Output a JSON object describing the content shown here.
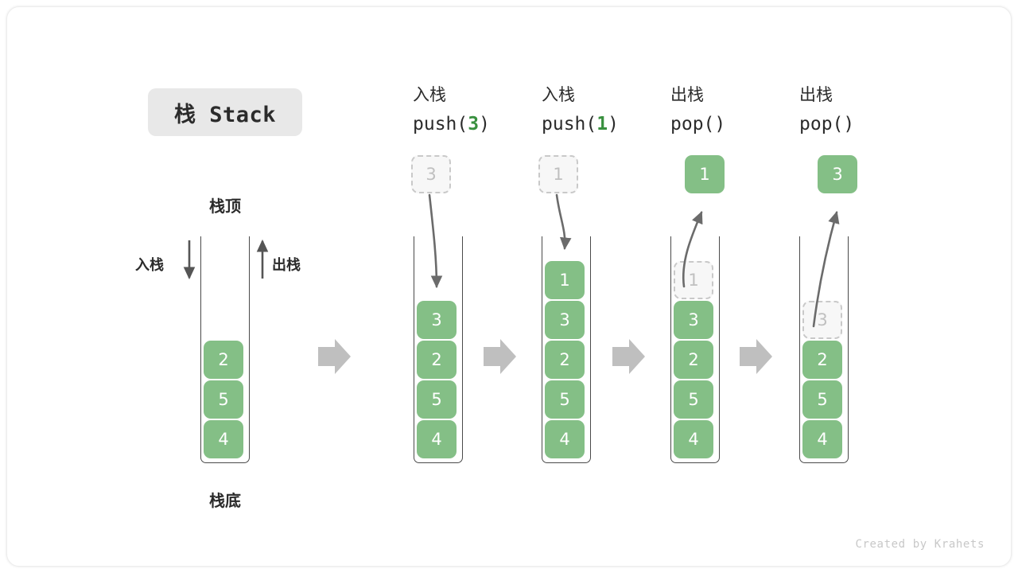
{
  "title": {
    "text": "栈 Stack"
  },
  "colors": {
    "cell_fill": "#84bf86",
    "cell_text": "#ffffff",
    "ghost_fill": "#f7f7f7",
    "ghost_border": "#c9c9c9",
    "ghost_text": "#c0c0c0",
    "accent_green": "#39903f",
    "wall": "#4a4a4a",
    "arrow_gray": "#6b6b6b",
    "flow_arrow": "#bfbfbf",
    "chip_bg": "#e8e8e8",
    "text": "#2b2b2b",
    "footer_text": "#c8c8c8"
  },
  "left_stack": {
    "top_label": "栈顶",
    "bottom_label": "栈底",
    "push_label": "入栈",
    "pop_label": "出栈",
    "cells": [
      "4",
      "5",
      "2"
    ]
  },
  "steps": [
    {
      "id": "push-3",
      "caption_cn": "入栈",
      "op_prefix": "push(",
      "op_value": "3",
      "op_suffix": ")",
      "floating": {
        "value": "3",
        "style": "ghost"
      },
      "cells": [
        "4",
        "5",
        "2",
        "3"
      ],
      "ghost_indices": []
    },
    {
      "id": "push-1",
      "caption_cn": "入栈",
      "op_prefix": "push(",
      "op_value": "1",
      "op_suffix": ")",
      "floating": {
        "value": "1",
        "style": "ghost"
      },
      "cells": [
        "4",
        "5",
        "2",
        "3",
        "1"
      ],
      "ghost_indices": []
    },
    {
      "id": "pop-1",
      "caption_cn": "出栈",
      "op_prefix": "pop(",
      "op_value": "",
      "op_suffix": ")",
      "floating": {
        "value": "1",
        "style": "solid"
      },
      "cells": [
        "4",
        "5",
        "2",
        "3",
        "1"
      ],
      "ghost_indices": [
        4
      ]
    },
    {
      "id": "pop-3",
      "caption_cn": "出栈",
      "op_prefix": "pop(",
      "op_value": "",
      "op_suffix": ")",
      "floating": {
        "value": "3",
        "style": "solid"
      },
      "cells": [
        "4",
        "5",
        "2",
        "3"
      ],
      "ghost_indices": [
        3
      ]
    }
  ],
  "footer": {
    "credit": "Created by Krahets"
  }
}
